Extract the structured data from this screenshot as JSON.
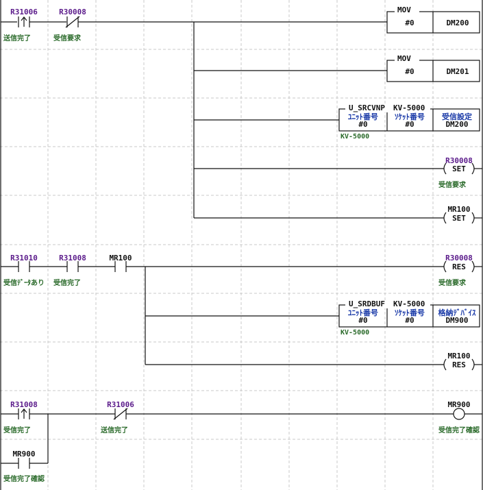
{
  "rungs": {
    "r1": {
      "contact1": {
        "device": "R31006",
        "comment": "送信完了"
      },
      "contact2": {
        "device": "R30008",
        "comment": "受信要求"
      },
      "mov1": {
        "op": "MOV",
        "src": "#0",
        "dst": "DM200"
      },
      "mov2": {
        "op": "MOV",
        "src": "#0",
        "dst": "DM201"
      },
      "func": {
        "name": "U_SRCVNP",
        "module": "KV-5000",
        "p1_label": "ﾕﾆｯﾄ番号",
        "p1_value": "#0",
        "p2_label": "ｿｹｯﾄ番号",
        "p2_value": "#0",
        "p3_label": "受信設定",
        "p3_value": "DM200",
        "under": "KV-5000"
      },
      "set1": {
        "device": "R30008",
        "op": "SET",
        "comment": "受信要求"
      },
      "set2": {
        "device": "MR100",
        "op": "SET"
      }
    },
    "r2": {
      "contact1": {
        "device": "R31010",
        "comment": "受信ﾃﾞｰﾀあり"
      },
      "contact2": {
        "device": "R31008",
        "comment": "受信完了"
      },
      "contact3": {
        "device": "MR100"
      },
      "res1": {
        "device": "R30008",
        "op": "RES",
        "comment": "受信要求"
      },
      "func": {
        "name": "U_SRDBUF",
        "module": "KV-5000",
        "p1_label": "ﾕﾆｯﾄ番号",
        "p1_value": "#0",
        "p2_label": "ｿｹｯﾄ番号",
        "p2_value": "#0",
        "p3_label": "格納ﾃﾞﾊﾞｲｽ",
        "p3_value": "DM900",
        "under": "KV-5000"
      },
      "res2": {
        "device": "MR100",
        "op": "RES"
      }
    },
    "r3": {
      "contact1": {
        "device": "R31008",
        "comment": "受信完了"
      },
      "contact2": {
        "device": "R31006",
        "comment": "送信完了"
      },
      "contact3": {
        "device": "MR900",
        "comment": "受信完了確認"
      },
      "coil": {
        "device": "MR900",
        "comment": "受信完了確認"
      }
    }
  },
  "colors": {
    "device": "#5a1a8a",
    "comment": "#2a6a2a",
    "func_param": "#1a3aa8",
    "line": "#111111"
  }
}
